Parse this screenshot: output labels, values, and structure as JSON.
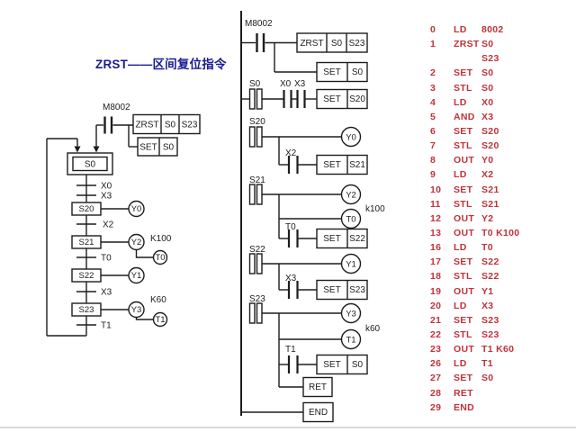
{
  "title": "ZRST——区间复位指令",
  "colors": {
    "accent_blue": "#1a1a96",
    "accent_red": "#c1313a",
    "line": "#1d1d1d"
  },
  "sfc": {
    "power_contact": "M8002",
    "zrst_op": "ZRST",
    "zrst_a": "S0",
    "zrst_b": "S23",
    "set_op": "SET",
    "set_a": "S0",
    "step_s0": "S0",
    "step_s20": "S20",
    "step_s21": "S21",
    "step_s22": "S22",
    "step_s23": "S23",
    "tr_x0": "X0",
    "tr_x3a": "X3",
    "tr_x2": "X2",
    "tr_t0": "T0",
    "tr_x3b": "X3",
    "tr_t1": "T1",
    "out_y0": "Y0",
    "out_y2": "Y2",
    "out_t0": "T0",
    "out_y1": "Y1",
    "out_y3": "Y3",
    "out_t1": "T1",
    "k100": "K100",
    "k60": "K60"
  },
  "ladder": {
    "m8002": "M8002",
    "zrst_op": "ZRST",
    "zrst_a": "S0",
    "zrst_b": "S23",
    "set_s0_op": "SET",
    "set_s0_a": "S0",
    "stl_s0": "S0",
    "x0": "X0",
    "x3": "X3",
    "set_s20_op": "SET",
    "set_s20_a": "S20",
    "stl_s20": "S20",
    "y0": "Y0",
    "x2": "X2",
    "set_s21_op": "SET",
    "set_s21_a": "S21",
    "stl_s21": "S21",
    "y2": "Y2",
    "k100": "k100",
    "t0_coil": "T0",
    "t0": "T0",
    "set_s22_op": "SET",
    "set_s22_a": "S22",
    "stl_s22": "S22",
    "y1": "Y1",
    "x3b": "X3",
    "set_s23_op": "SET",
    "set_s23_a": "S23",
    "stl_s23": "S23",
    "y3": "Y3",
    "k60": "k60",
    "t1_coil": "T1",
    "t1": "T1",
    "set_s0b_op": "SET",
    "set_s0b_a": "S0",
    "ret": "RET",
    "end": "END"
  },
  "program": {
    "rows": [
      {
        "n": "0",
        "op": "LD",
        "arg": "8002"
      },
      {
        "n": "1",
        "op": "ZRST",
        "arg": "S0"
      },
      {
        "n": "",
        "op": "",
        "arg": "S23"
      },
      {
        "n": "2",
        "op": "SET",
        "arg": "S0"
      },
      {
        "n": "3",
        "op": "STL",
        "arg": "S0"
      },
      {
        "n": "4",
        "op": "LD",
        "arg": "X0"
      },
      {
        "n": "5",
        "op": "AND",
        "arg": "X3"
      },
      {
        "n": "6",
        "op": "SET",
        "arg": "S20"
      },
      {
        "n": "7",
        "op": "STL",
        "arg": "S20"
      },
      {
        "n": "8",
        "op": "OUT",
        "arg": "Y0"
      },
      {
        "n": "9",
        "op": "LD",
        "arg": "X2"
      },
      {
        "n": "10",
        "op": "SET",
        "arg": "S21"
      },
      {
        "n": "11",
        "op": "STL",
        "arg": "S21"
      },
      {
        "n": "12",
        "op": "OUT",
        "arg": "Y2"
      },
      {
        "n": "13",
        "op": "OUT",
        "arg": "T0 K100"
      },
      {
        "n": "16",
        "op": "LD",
        "arg": "T0"
      },
      {
        "n": "17",
        "op": "SET",
        "arg": "S22"
      },
      {
        "n": "18",
        "op": "STL",
        "arg": "S22"
      },
      {
        "n": "19",
        "op": "OUT",
        "arg": "Y1"
      },
      {
        "n": "20",
        "op": "LD",
        "arg": "X3"
      },
      {
        "n": "21",
        "op": "SET",
        "arg": "S23"
      },
      {
        "n": "22",
        "op": "STL",
        "arg": "S23"
      },
      {
        "n": "23",
        "op": "OUT",
        "arg": "T1 K60"
      },
      {
        "n": "26",
        "op": "LD",
        "arg": "T1"
      },
      {
        "n": "27",
        "op": "SET",
        "arg": "S0"
      },
      {
        "n": "28",
        "op": "RET",
        "arg": ""
      },
      {
        "n": "29",
        "op": "END",
        "arg": ""
      }
    ]
  }
}
